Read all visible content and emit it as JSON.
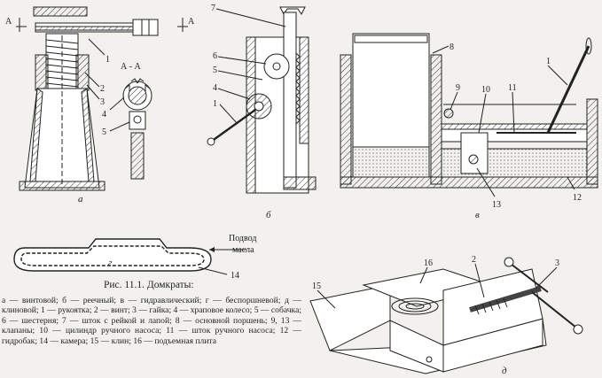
{
  "figure": {
    "caption_title": "Рис. 11.1. Домкраты:",
    "caption_body": "а — винтовой; б — реечный; в — гидравлический; г — беспоршневой; д — клиновой; 1 — рукоятка; 2 — винт; 3 — гайка; 4 — храповое колесо; 5 — собачка; 6 — шестерня; 7 — шток с рейкой и лапой; 8 — основной поршень; 9, 13 — клапаны; 10 — цилиндр ручного насоса; 11 — шток ручного насоса; 12 — гидробак; 14 — камера; 15 — клин; 16 — подъемная плита"
  },
  "views": {
    "a": {
      "sublabel": "а",
      "section_mark": "А",
      "section_title": "А - А",
      "callouts": [
        "1",
        "2",
        "3",
        "4",
        "5"
      ]
    },
    "b": {
      "sublabel": "б",
      "callouts": [
        "7",
        "6",
        "5",
        "4",
        "1"
      ]
    },
    "v": {
      "sublabel": "в",
      "callouts": [
        "8",
        "1",
        "9",
        "10",
        "11",
        "13",
        "12"
      ]
    },
    "g": {
      "sublabel": "г",
      "supply_label_line1": "Подвод",
      "supply_label_line2": "масла",
      "callout": "14"
    },
    "d": {
      "sublabel": "д",
      "callouts": [
        "15",
        "16",
        "2",
        "3"
      ]
    }
  }
}
